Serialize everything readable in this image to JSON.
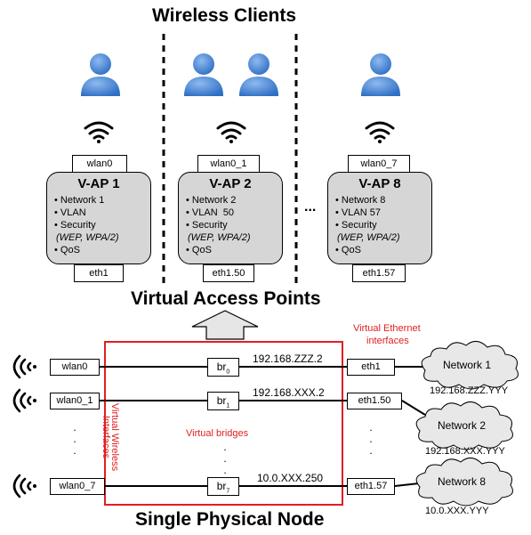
{
  "headings": {
    "wireless_clients": "Wireless Clients",
    "virtual_access_points": "Virtual Access Points",
    "single_physical_node": "Single Physical Node"
  },
  "vaps": [
    {
      "top": "wlan0",
      "title": "V-AP 1",
      "items": [
        "• Network 1",
        "• VLAN",
        "• Security",
        "(WEP, WPA/2)",
        "• QoS"
      ],
      "bottom": "eth1"
    },
    {
      "top": "wlan0_1",
      "title": "V-AP 2",
      "items": [
        "• Network 2",
        "• VLAN  50",
        "• Security",
        "(WEP, WPA/2)",
        "• QoS"
      ],
      "bottom": "eth1.50"
    },
    {
      "top": "wlan0_7",
      "title": "V-AP 8",
      "items": [
        "• Network 8",
        "• VLAN 57",
        "• Security",
        "(WEP, WPA/2)",
        "• QoS"
      ],
      "bottom": "eth1.57"
    }
  ],
  "ellipsis": "...",
  "node": {
    "wireless_ifaces": [
      "wlan0",
      "wlan0_1",
      "wlan0_7"
    ],
    "eth_ifaces": [
      "eth1",
      "eth1.50",
      "eth1.57"
    ],
    "bridges": [
      {
        "label": "br",
        "sub": "0"
      },
      {
        "label": "br",
        "sub": "1"
      },
      {
        "label": "br",
        "sub": "7"
      }
    ],
    "bridge_ips": [
      "192.168.ZZZ.2",
      "192.168.XXX.2",
      "10.0.XXX.250"
    ],
    "virtual_bridges_label": "Virtual bridges",
    "virtual_ethernet_label_1": "Virtual Ethernet",
    "virtual_ethernet_label_2": "interfaces",
    "virtual_wireless_label_1": "Virtual Wireless",
    "virtual_wireless_label_2": "Interfaces",
    "networks": [
      {
        "name": "Network 1",
        "ip": "192.168.ZZZ.YYY"
      },
      {
        "name": "Network 2",
        "ip": "192.168.XXX.YYY"
      },
      {
        "name": "Network 8",
        "ip": "10.0.XXX.YYY"
      }
    ]
  },
  "colors": {
    "accent_red": "#e02020",
    "vap_fill": "#d6d6d6",
    "user_blue": "#3f7fd0"
  }
}
